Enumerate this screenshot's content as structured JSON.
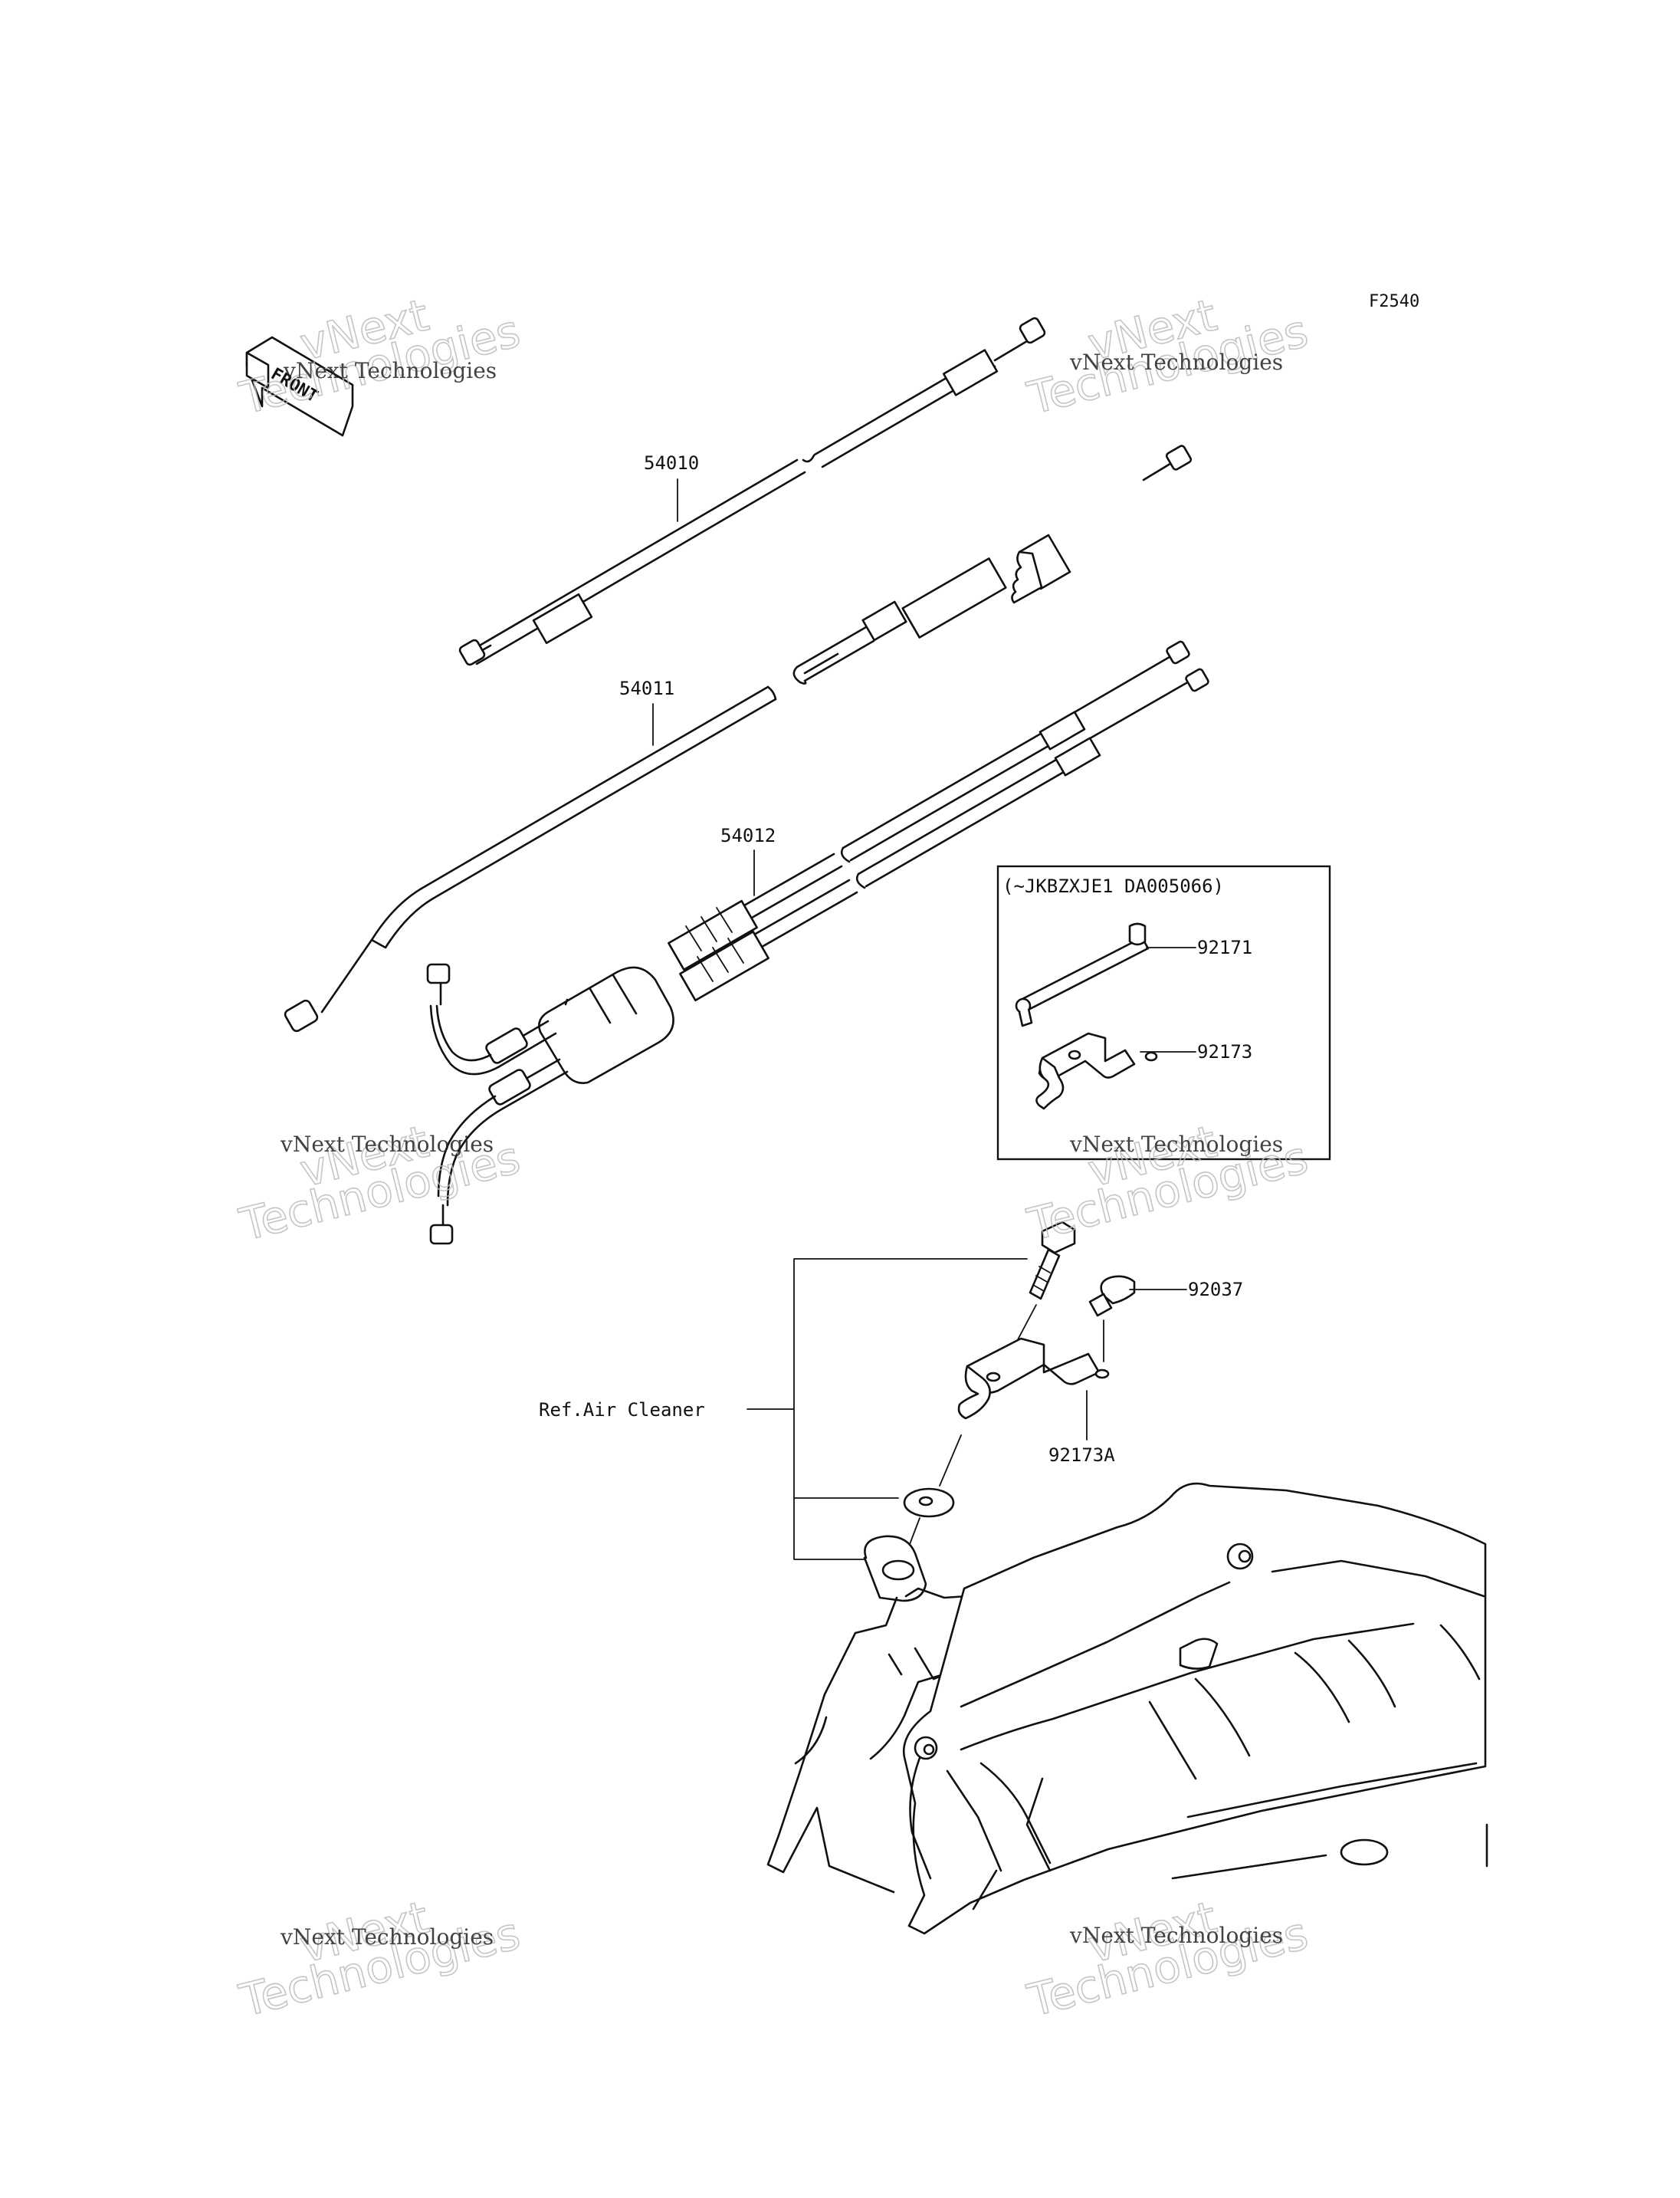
{
  "figure_code": "F2540",
  "front_label": "FRONT",
  "parts": [
    {
      "id": "54010",
      "label": "54010"
    },
    {
      "id": "54011",
      "label": "54011"
    },
    {
      "id": "54012",
      "label": "54012"
    },
    {
      "id": "92171",
      "label": "92171"
    },
    {
      "id": "92173",
      "label": "92173"
    },
    {
      "id": "92037",
      "label": "92037"
    },
    {
      "id": "92173A",
      "label": "92173A"
    }
  ],
  "inset_note": "(~JKBZXJE1 DA005066)",
  "ref_label": "Ref.Air Cleaner",
  "watermark": {
    "line1": "vNext Technologies",
    "line2": "vNext",
    "line3": "Technologies"
  }
}
